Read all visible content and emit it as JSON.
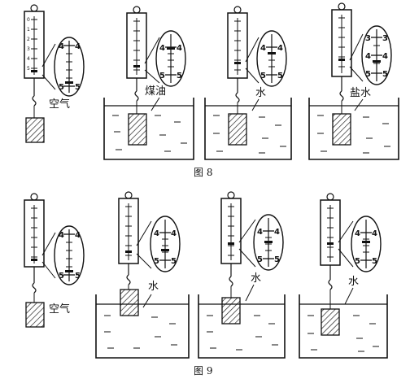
{
  "figure8": {
    "caption": "图 8",
    "panels": [
      {
        "medium": "空气",
        "zoom_top": "4",
        "zoom_bottom": "5"
      },
      {
        "medium": "煤油",
        "zoom_top": "4",
        "zoom_bottom": "5"
      },
      {
        "medium": "水",
        "zoom_top": "4",
        "zoom_bottom": "5"
      },
      {
        "medium": "盐水",
        "zoom_top": "3",
        "zoom_mid": "4",
        "zoom_bottom": "5"
      }
    ]
  },
  "figure9": {
    "caption": "图 9",
    "panels": [
      {
        "medium": "空气",
        "zoom_top": "4",
        "zoom_bottom": "5"
      },
      {
        "medium": "水",
        "zoom_top": "4",
        "zoom_bottom": "5"
      },
      {
        "medium": "水",
        "zoom_top": "4",
        "zoom_bottom": "5"
      },
      {
        "medium": "水",
        "zoom_top": "4",
        "zoom_bottom": "5"
      }
    ]
  },
  "scale_labels": [
    "0",
    "1",
    "2",
    "3",
    "4",
    "5"
  ],
  "colors": {
    "ink": "#111111",
    "background": "#ffffff"
  }
}
